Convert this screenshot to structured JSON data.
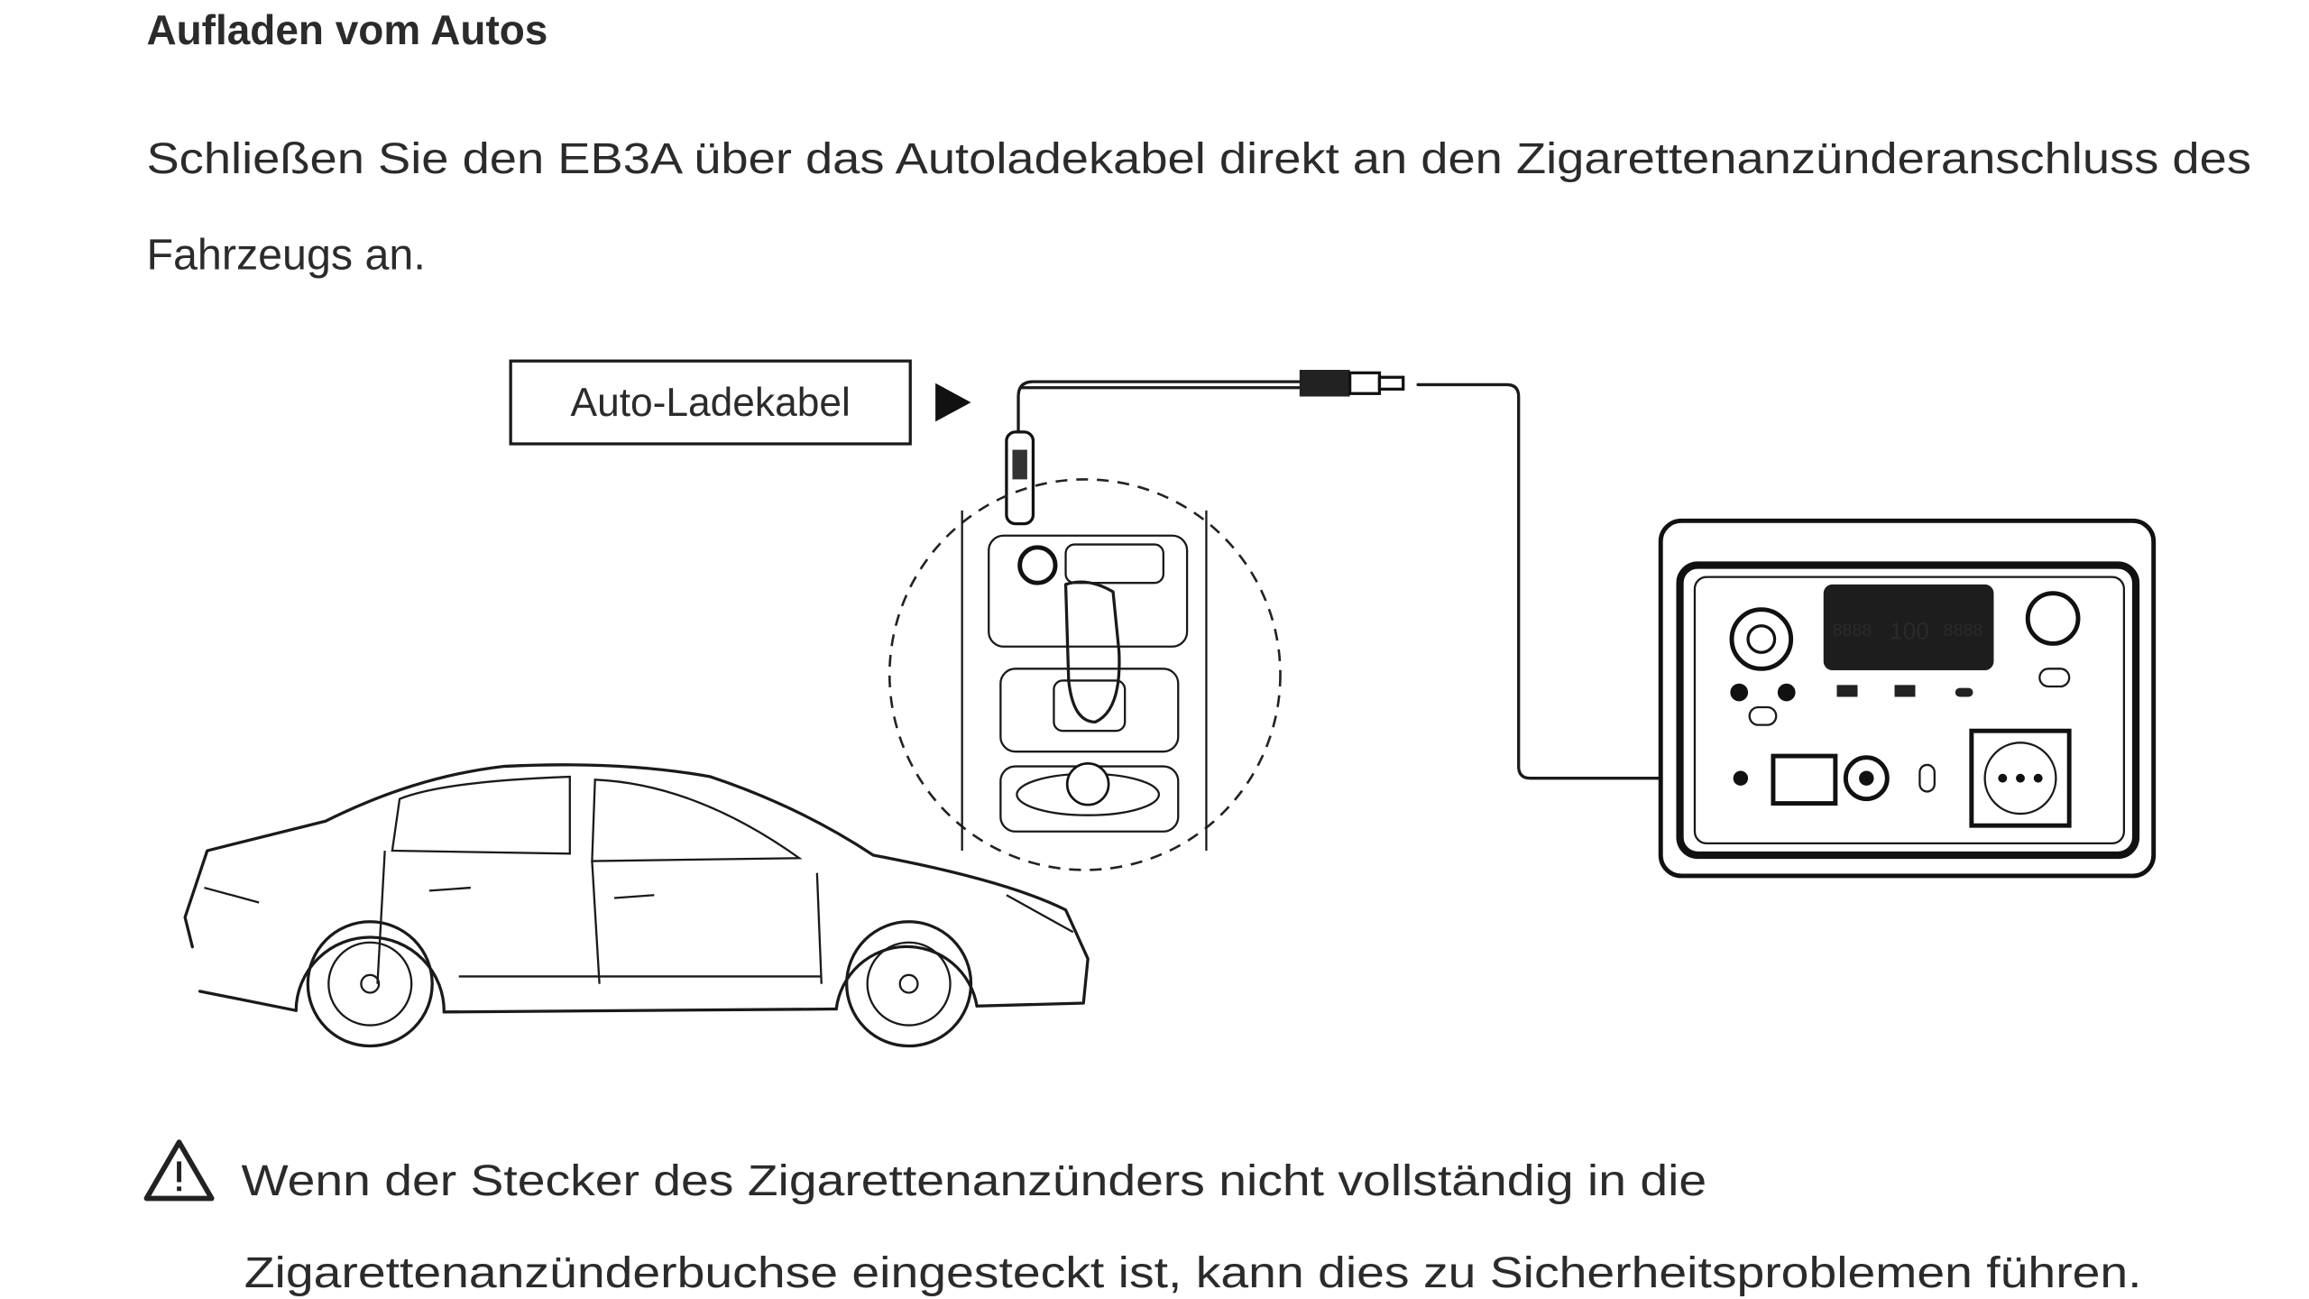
{
  "heading": "Aufladen vom Autos",
  "intro": {
    "line1": "Schließen Sie den EB3A über das Autoladekabel direkt an den Zigarettenanzünderanschluss des",
    "line2": "Fahrzeugs an."
  },
  "figure": {
    "cable_label": "Auto-Ladekabel",
    "display_readout": "100",
    "display_left": "8888",
    "display_right": "8888"
  },
  "warning": {
    "icon": "warning-triangle-icon",
    "line1": "Wenn der Stecker des Zigarettenanzünders nicht vollständig in die",
    "line2": "Zigarettenanzünderbuchse eingesteckt ist, kann dies zu Sicherheitsproblemen führen."
  }
}
